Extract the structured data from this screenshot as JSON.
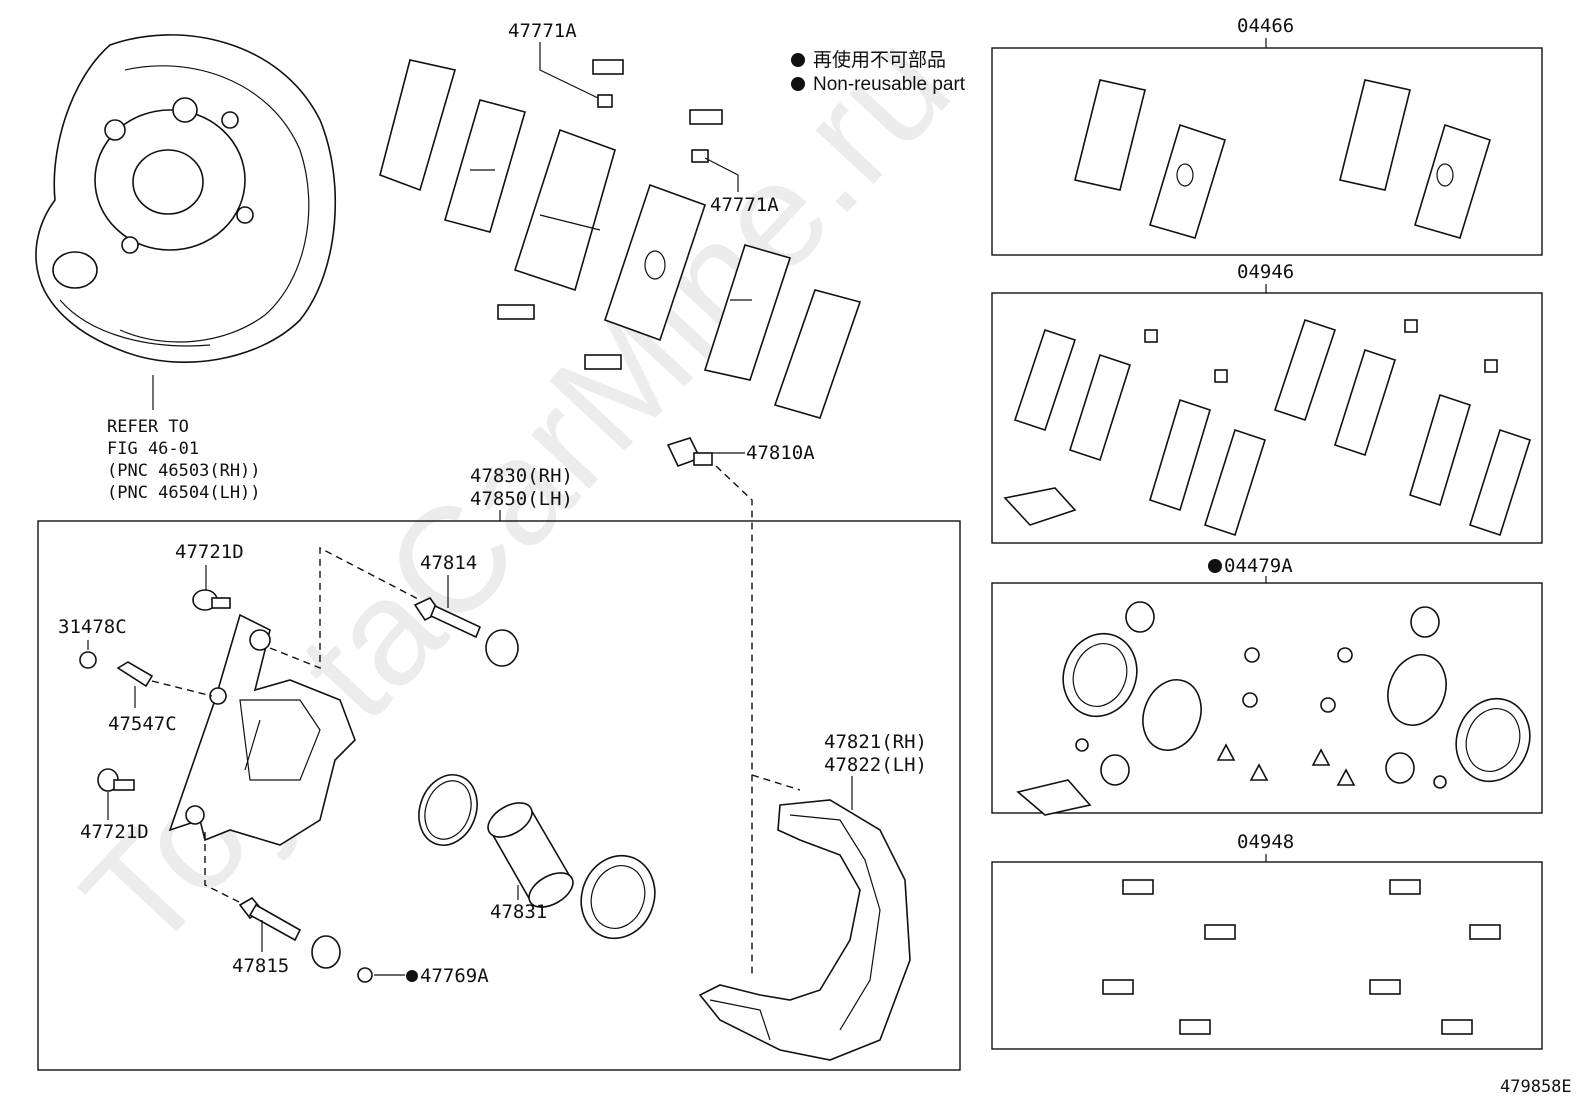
{
  "legend": {
    "japanese": "再使用不可部品",
    "english": "Non-reusable part"
  },
  "watermark": "ToyotaCarMine.ru",
  "figure_code": "479858E",
  "kit_labels": {
    "pad_kit": "04466",
    "shim_kit": "04946",
    "seal_kit": "04479A",
    "clip_kit": "04948"
  },
  "part_labels": {
    "p47771a_top": "47771A",
    "p47771a_right": "47771A",
    "refer": [
      "REFER TO",
      "FIG 46-01",
      "(PNC 46503(RH))",
      "(PNC 46504(LH))"
    ],
    "p47810a": "47810A",
    "caliper_rh": "47830(RH)",
    "caliper_lh": "47850(LH)",
    "p47721d_top": "47721D",
    "p47814": "47814",
    "p31478c": "31478C",
    "p47547c": "47547C",
    "p47721d_bottom": "47721D",
    "p47831": "47831",
    "p47815": "47815",
    "p47769a": "47769A",
    "mount_rh": "47821(RH)",
    "mount_lh": "47822(LH)"
  },
  "colors": {
    "line": "#111111",
    "background": "#ffffff"
  }
}
